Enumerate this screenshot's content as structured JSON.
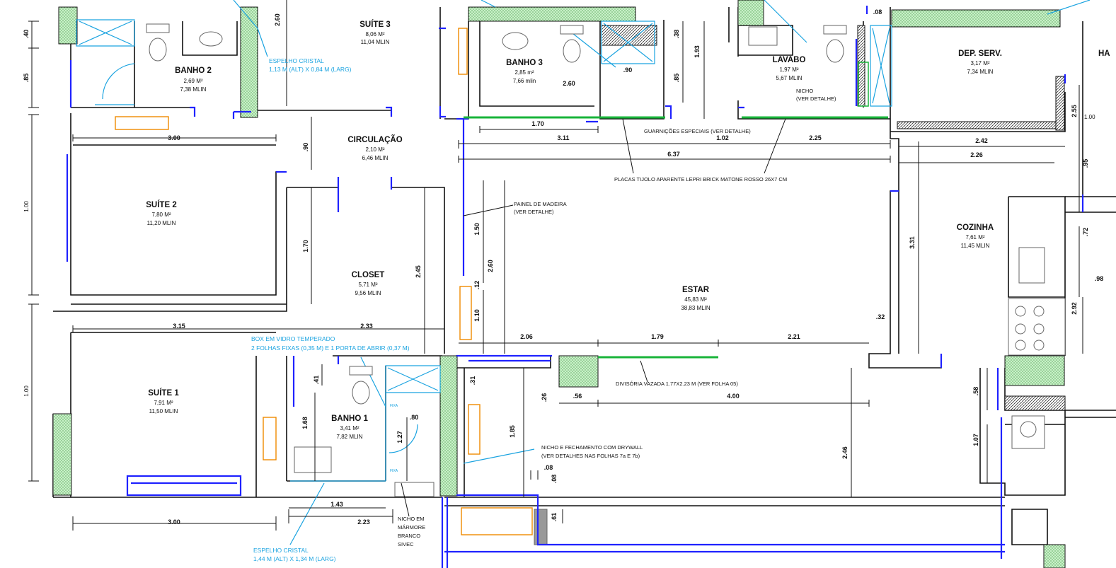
{
  "rooms": {
    "suite3": {
      "name": "SUÍTE 3",
      "area": "8,06 M²",
      "perimeter": "11,04 MLIN"
    },
    "banho2": {
      "name": "BANHO 2",
      "area": "2,69 M²",
      "perimeter": "7,38 MLIN"
    },
    "banho3": {
      "name": "BANHO 3",
      "area": "2,85 m²",
      "perimeter": "7,66 mlin"
    },
    "lavabo": {
      "name": "LAVABO",
      "area": "1,97 M²",
      "perimeter": "5,67 MLIN"
    },
    "depserv": {
      "name": "DEP. SERV.",
      "area": "3,17 M²",
      "perimeter": "7,34 MLIN"
    },
    "circulacao": {
      "name": "CIRCULAÇÃO",
      "area": "2,10 M²",
      "perimeter": "6,46 MLIN"
    },
    "suite2": {
      "name": "SUÍTE 2",
      "area": "7,80 M²",
      "perimeter": "11,20 MLIN"
    },
    "closet": {
      "name": "CLOSET",
      "area": "5,71 M²",
      "perimeter": "9,56 MLIN"
    },
    "estar": {
      "name": "ESTAR",
      "area": "45,83 M²",
      "perimeter": "38,83 MLIN"
    },
    "cozinha": {
      "name": "COZINHA",
      "area": "7,61 M²",
      "perimeter": "11,45 MLIN"
    },
    "suite1": {
      "name": "SUÍTE 1",
      "area": "7,91 M²",
      "perimeter": "11,50 MLIN"
    },
    "banho1": {
      "name": "BANHO 1",
      "area": "3,41 M²",
      "perimeter": "7,82 MLIN"
    },
    "ha_cut": "HA"
  },
  "notes": {
    "espelho2_l1": "ESPELHO CRISTAL",
    "espelho2_l2": "1,13 M (ALT) X 0,84 M (LARG)",
    "nicho_l1": "NICHO",
    "nicho_l2": "(VER DETALHE)",
    "guarnicoes": "GUARNIÇÕES ESPECIAIS (VER DETALHE)",
    "placas": "PLACAS TIJOLO APARENTE LEPRI BRICK MATONE ROSSO 26X7 CM",
    "painel_l1": "PAINEL DE MADEIRA",
    "painel_l2": "(VER DETALHE)",
    "box_l1": "BOX EM VIDRO TEMPERADO",
    "box_l2": "2 FOLHAS FIXAS (0,35 M) E 1 PORTA DE ABRIR (0,37 M)",
    "divisoria": "DIVISÓRIA VAZADA 1.77X2.23 M (VER FOLHA 05)",
    "drywall_l1": "NICHO E FECHAMENTO COM DRYWALL",
    "drywall_l2": "(VER DETALHES NAS FOLHAS 7a E 7b)",
    "marmore_l1": "NICHO EM",
    "marmore_l2": "MÁRMORE",
    "marmore_l3": "BRANCO",
    "marmore_l4": "SIVEC",
    "espelho1_l1": "ESPELHO CRISTAL",
    "espelho1_l2": "1,44 M (ALT) X 1,34 M (LARG)",
    "fixa1": "FIXA",
    "fixa2": "FIXA"
  },
  "dims": {
    "d260a": "2.60",
    "d040": ".40",
    "d085a": ".85",
    "d300a": "3.00",
    "d090a": ".90",
    "d100a": "1.00",
    "d170a": "1.70",
    "d245": "2.45",
    "d315": "3.15",
    "d233": "2.33",
    "d100b": "1.00",
    "d041": ".41",
    "d168": "1.68",
    "d127": "1.27",
    "d080a": ".80",
    "d143": "1.43",
    "d300b": "3.00",
    "d223": "2.23",
    "d038": ".38",
    "d193": "1.93",
    "d085b": ".85",
    "d090b": ".90",
    "d260b": "2.60",
    "d170b": "1.70",
    "d311": "3.11",
    "d102": "1.02",
    "d225": "2.25",
    "d637": "6.37",
    "d008a": ".08",
    "d150": "1.50",
    "d260c": "2.60",
    "d012": ".12",
    "d110": "1.10",
    "d206": "2.06",
    "d179": "1.79",
    "d221": "2.21",
    "d032": ".32",
    "d331": "3.31",
    "d031": ".31",
    "d026": ".26",
    "d056": ".56",
    "d400": "4.00",
    "d185": "1.85",
    "d008b": ".08",
    "d008c": ".08",
    "d061": ".61",
    "d246": "2.46",
    "d242": "2.42",
    "d226": "2.26",
    "d255": "2.55",
    "d100c": "1.00",
    "d095": ".95",
    "d072": ".72",
    "d098": ".98",
    "d292": "2.92",
    "d058": ".58",
    "d107": "1.07"
  }
}
